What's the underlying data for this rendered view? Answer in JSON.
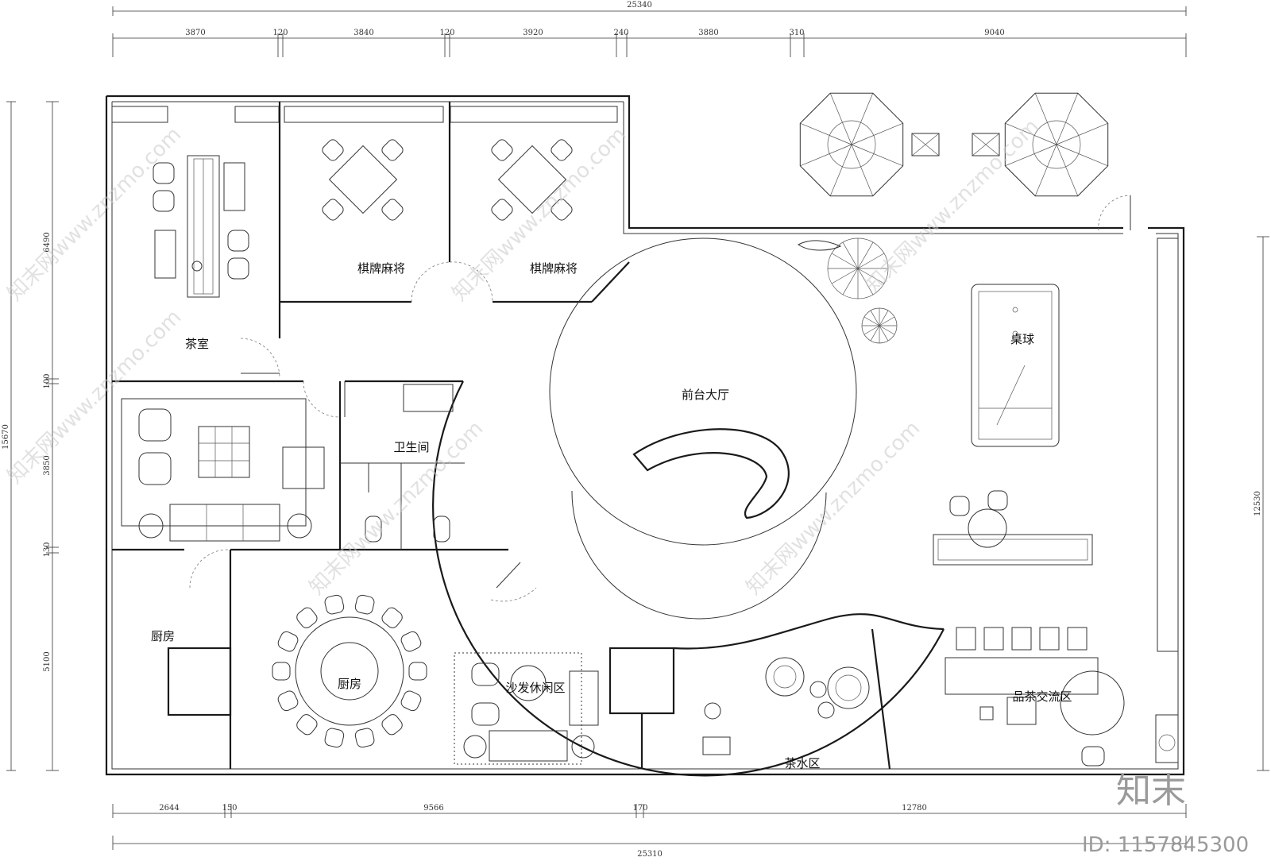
{
  "dimensions": {
    "top_total": "25340",
    "top_segments": [
      "3870",
      "120",
      "3840",
      "120",
      "3920",
      "240",
      "3880",
      "310",
      "9040"
    ],
    "bottom_total": "25310",
    "bottom_segments": [
      "2644",
      "150",
      "9566",
      "170",
      "12780"
    ],
    "left_total": "15670",
    "left_segments": [
      "6490",
      "100",
      "3850",
      "130",
      "5100"
    ],
    "right_total": "12530"
  },
  "rooms": {
    "tea_room": "茶室",
    "chess_room_1": "棋牌麻将",
    "chess_room_2": "棋牌麻将",
    "reception_hall": "前台大厅",
    "billiards": "桌球",
    "restroom": "卫生间",
    "kitchen_left": "厨房",
    "dining_table": "厨房",
    "sofa_lounge": "沙发休闲区",
    "tea_tasting": "品茶交流区",
    "tea_water": "茶水区"
  },
  "watermark": {
    "text": "知末网www.znzmo.com",
    "brand": "知末",
    "id": "ID: 1157845300"
  }
}
